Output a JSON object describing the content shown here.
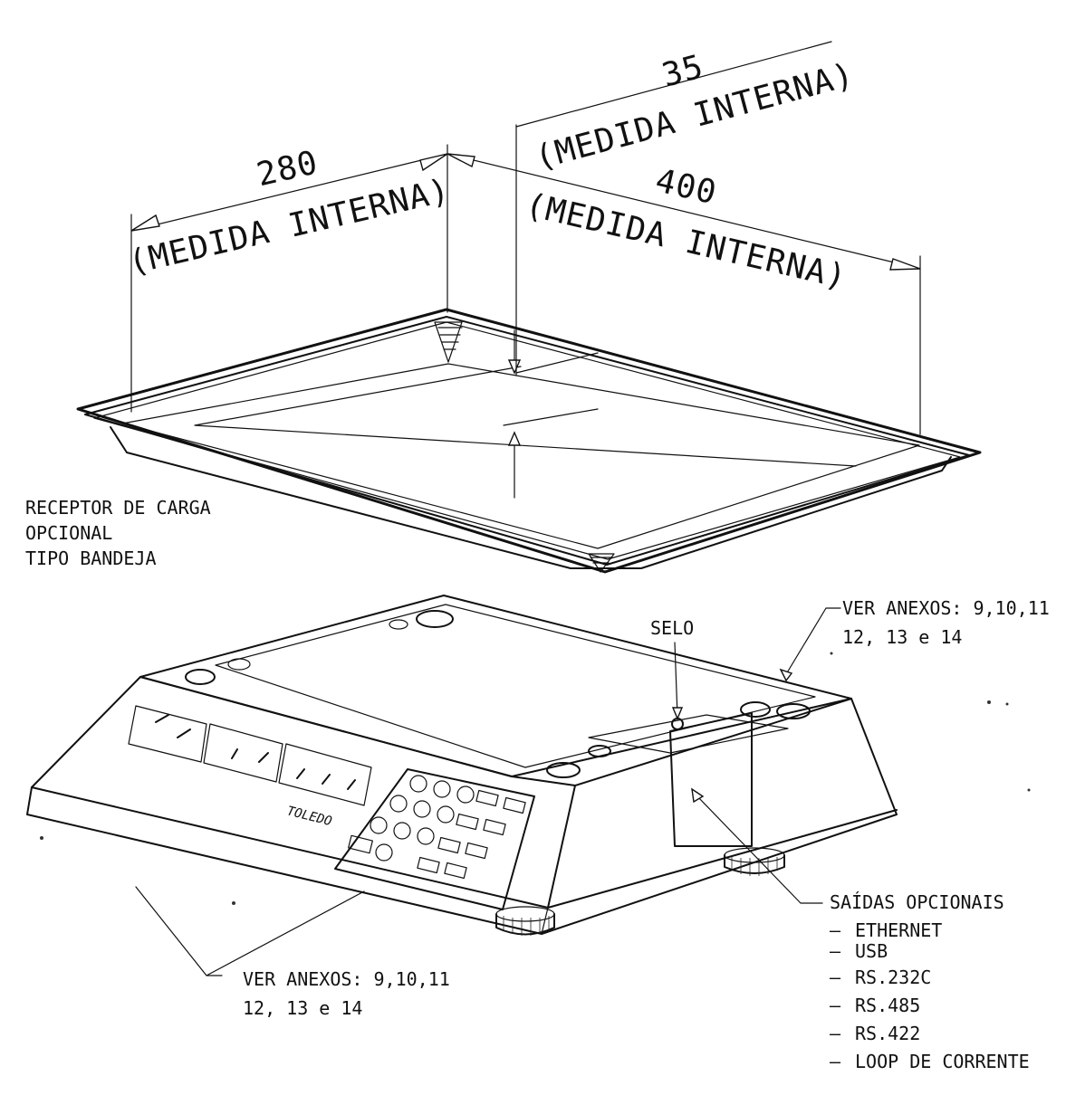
{
  "dimensions": {
    "width_value": "280",
    "length_value": "400",
    "height_value": "35",
    "internal_note": "(MEDIDA INTERNA)"
  },
  "tray_caption": {
    "line1": "RECEPTOR DE CARGA",
    "line2": "OPCIONAL",
    "line3": "TIPO BANDEJA"
  },
  "seal_label": "SELO",
  "annex_top": {
    "line1": "VER ANEXOS: 9,10,11",
    "line2": "12, 13 e 14"
  },
  "annex_bottom": {
    "line1": "VER ANEXOS: 9,10,11",
    "line2": "12, 13 e 14"
  },
  "outputs": {
    "title": "SAÍDAS OPCIONAIS",
    "items": [
      "ETHERNET",
      "USB",
      "RS.232C",
      "RS.485",
      "RS.422",
      "LOOP DE CORRENTE"
    ]
  },
  "display": {
    "brand": "TOLEDO"
  }
}
